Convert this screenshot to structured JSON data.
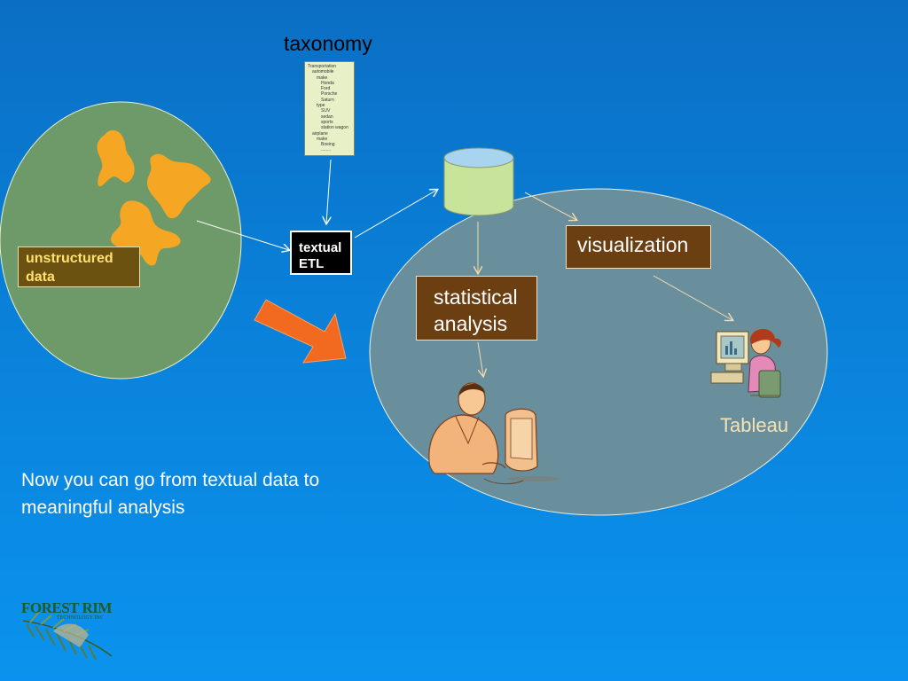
{
  "taxonomy": {
    "title": "taxonomy",
    "lines": [
      "Transportation",
      "automobile",
      "make",
      "Honda",
      "Ford",
      "Porsche",
      "Saturn",
      "type",
      "SUV",
      "sedan",
      "sports",
      "station wagon",
      "airplane",
      "make",
      "Boeing",
      "........"
    ]
  },
  "labels": {
    "etl_line1": "textual",
    "etl_line2": "ETL",
    "unstructured_line1": "unstructured",
    "unstructured_line2": "data",
    "visualization": "visualization",
    "statistical_line1": "statistical",
    "statistical_line2": "analysis",
    "tableau": "Tableau"
  },
  "caption": {
    "line1": "Now you can go from textual data to",
    "line2": "meaningful analysis"
  },
  "logo": {
    "title": "FOREST RIM",
    "subtitle": "TECHNOLOGY INC"
  },
  "colors": {
    "left_circle": "#6e9a6a",
    "right_circle": "#6a8f9c",
    "blob": "#f5a623",
    "big_arrow": "#f26a1f",
    "db_body": "#c8e39a",
    "db_top": "#a8d4f0",
    "box_brown": "#6b3f12"
  }
}
